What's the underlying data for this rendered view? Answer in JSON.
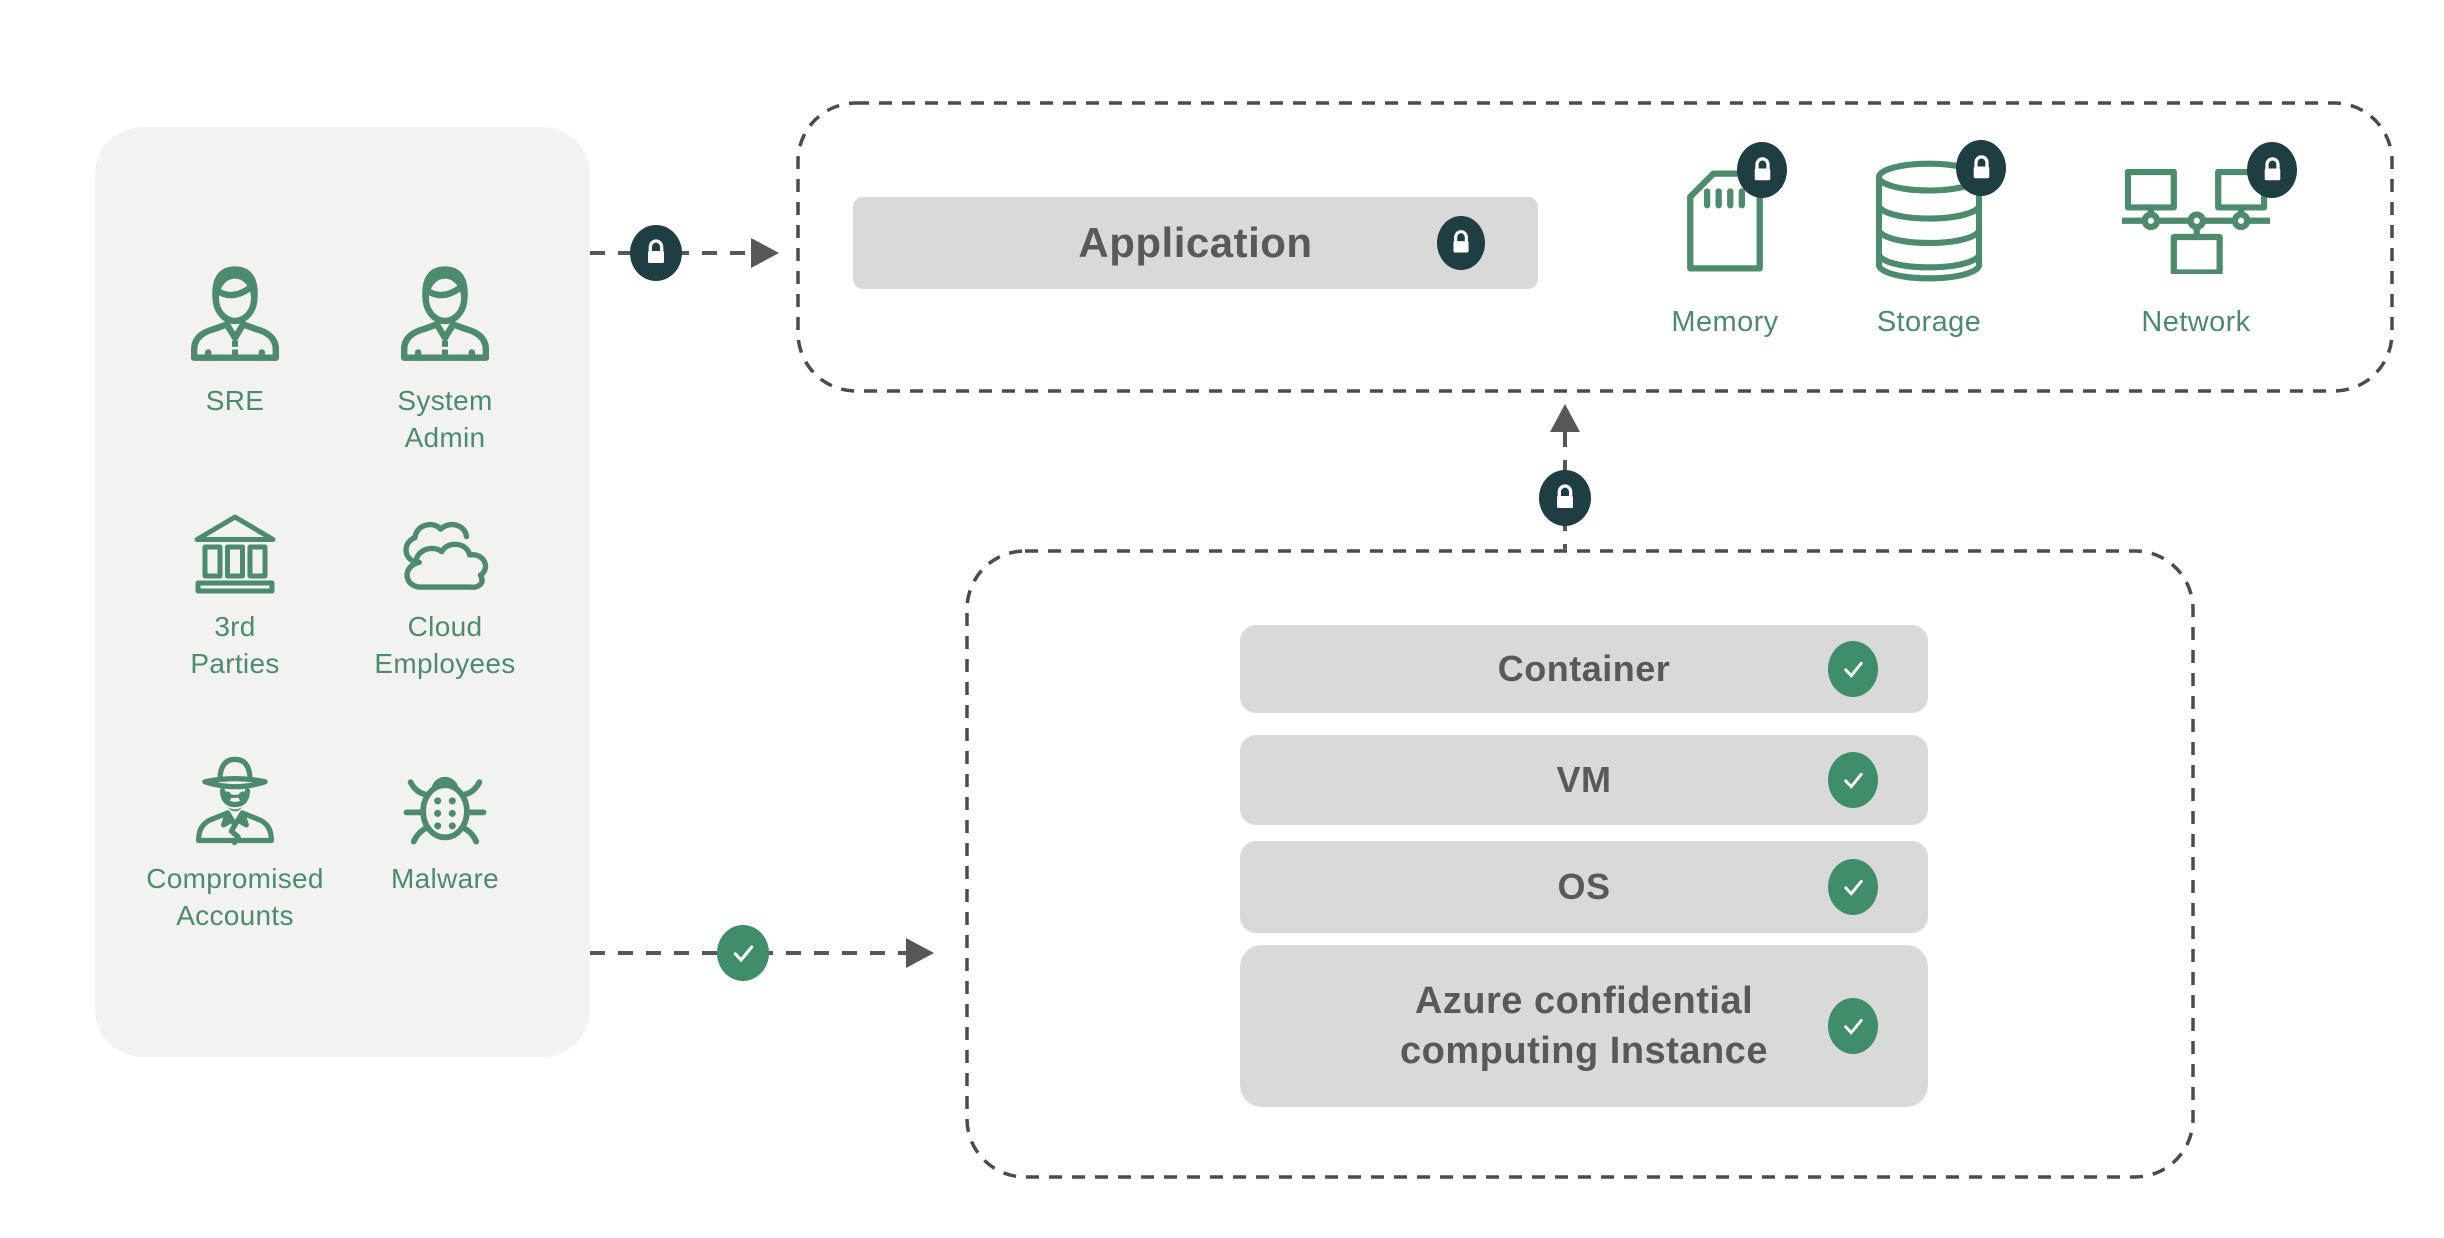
{
  "colors": {
    "accent_green": "#4c8c6c",
    "check_green": "#3f8e69",
    "dark_teal": "#1e3e43",
    "bar_gray": "#d9d9d9",
    "bar_text_gray": "#58595b",
    "panel_gray": "#f2f2f1",
    "dash_gray": "#4b4b4d"
  },
  "threat_actors": {
    "items": [
      {
        "label": "SRE",
        "icon": "person-icon"
      },
      {
        "label": "System Admin",
        "icon": "person-icon"
      },
      {
        "label": "3rd Parties",
        "icon": "bank-icon"
      },
      {
        "label": "Cloud Employees",
        "icon": "clouds-icon"
      },
      {
        "label": "Compromised Accounts",
        "icon": "spy-icon"
      },
      {
        "label": "Malware",
        "icon": "bug-icon"
      }
    ]
  },
  "application_layer": {
    "application_label": "Application",
    "application_badge": "lock-icon",
    "resources": [
      {
        "label": "Memory",
        "icon": "memory-card-icon",
        "badge": "lock-icon"
      },
      {
        "label": "Storage",
        "icon": "database-icon",
        "badge": "lock-icon"
      },
      {
        "label": "Network",
        "icon": "network-icon",
        "badge": "lock-icon"
      }
    ]
  },
  "infrastructure_layer": {
    "rows": [
      {
        "label": "Container",
        "badge": "check-icon"
      },
      {
        "label": "VM",
        "badge": "check-icon"
      },
      {
        "label": "OS",
        "badge": "check-icon"
      },
      {
        "label": "Azure confidential computing Instance",
        "badge": "check-icon"
      }
    ]
  },
  "connectors": [
    {
      "name": "actors-to-application",
      "badge": "lock-icon"
    },
    {
      "name": "actors-to-infrastructure",
      "badge": "check-icon"
    },
    {
      "name": "infrastructure-to-application",
      "badge": "lock-icon"
    }
  ]
}
